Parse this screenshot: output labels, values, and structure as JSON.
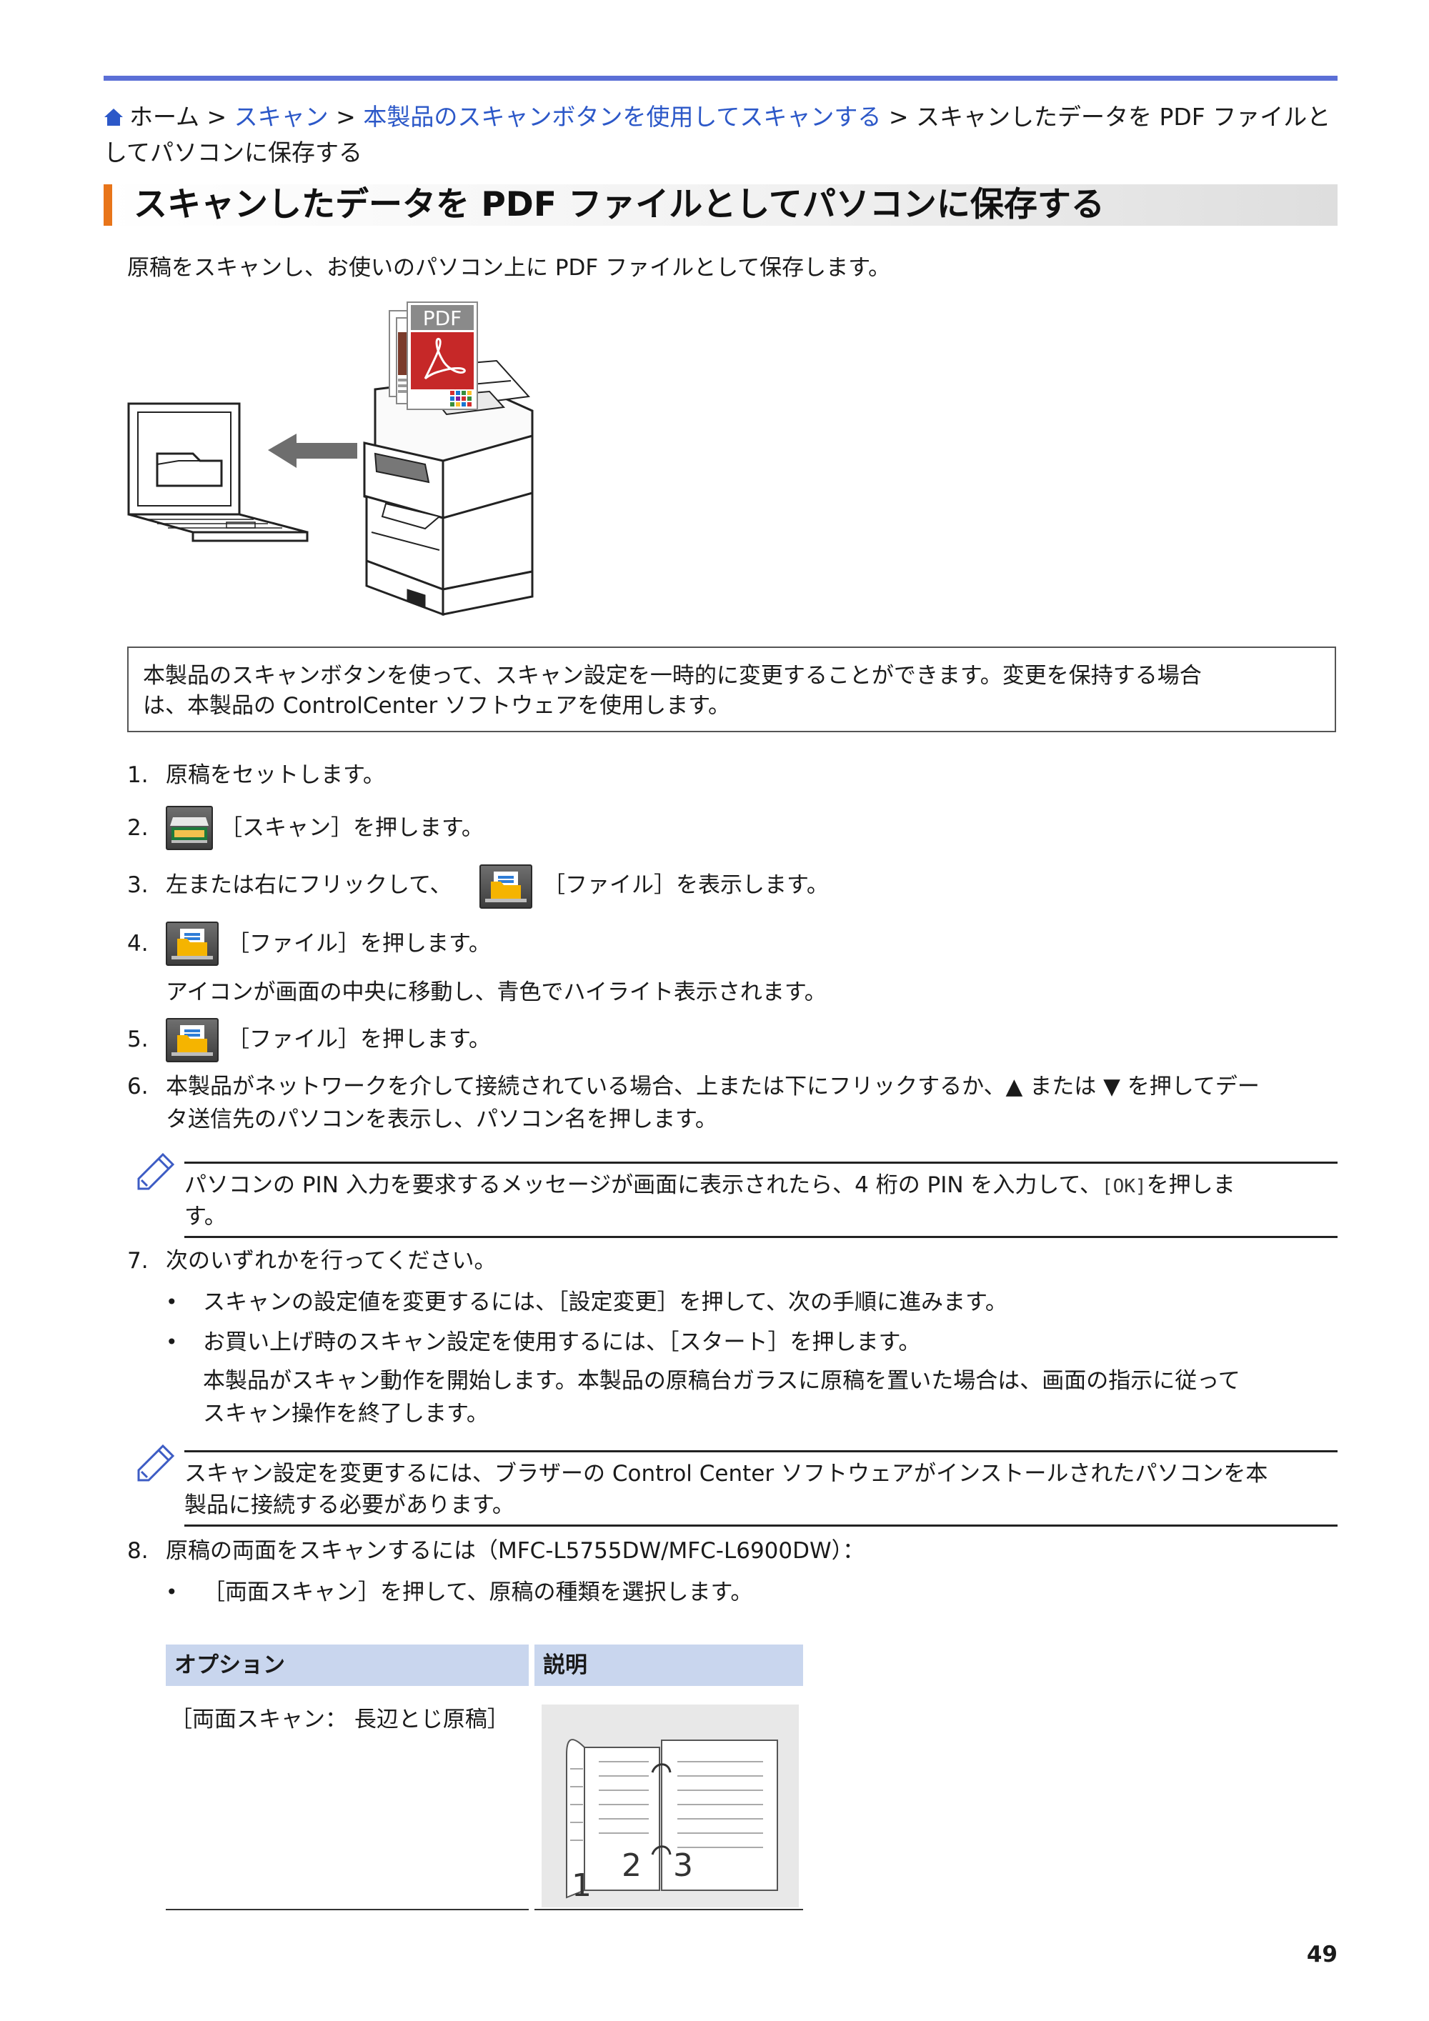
{
  "breadcrumb": {
    "home": "ホーム",
    "sep": ">",
    "link1": "スキャン",
    "link2": "本製品のスキャンボタンを使用してスキャンする",
    "current": "スキャンしたデータを PDF ファイルとしてパソコンに保存する"
  },
  "title": "スキャンしたデータを PDF ファイルとしてパソコンに保存する",
  "intro": "原稿をスキャンし、お使いのパソコン上に PDF ファイルとして保存します。",
  "illustration": {
    "pdf_label": "PDF"
  },
  "note": {
    "line1": "本製品のスキャンボタンを使って、スキャン設定を一時的に変更することができます。変更を保持する場合",
    "line2": "は、本製品の ControlCenter ソフトウェアを使用します。"
  },
  "steps": {
    "s1": {
      "num": "1.",
      "text": "原稿をセットします。"
    },
    "s2": {
      "num": "2.",
      "button": "［スキャン］",
      "text": "を押します。"
    },
    "s3": {
      "num": "3.",
      "text": "左または右にフリックして、",
      "button": "［ファイル］",
      "text2": "を表示します。"
    },
    "s4": {
      "num": "4.",
      "button": "［ファイル］",
      "text": "を押します。",
      "sub": "アイコンが画面の中央に移動し、青色でハイライト表示されます。"
    },
    "s5": {
      "num": "5.",
      "button": "［ファイル］",
      "text": "を押します。"
    },
    "s6": {
      "num": "6.",
      "line1": "本製品がネットワークを介して接続されている場合、上または下にフリックするか、▲ または ▼ を押してデー",
      "line2": "タ送信先のパソコンを表示し、パソコン名を押します。"
    },
    "s7": {
      "num": "7.",
      "text": "次のいずれかを行ってください。",
      "b1_pre": "スキャンの設定値を変更するには、",
      "b1_button": "［設定変更］",
      "b1_post": "を押して、次の手順に進みます。",
      "b2_pre": "お買い上げ時のスキャン設定を使用するには、",
      "b2_button": "［スタート］",
      "b2_post": "を押します。",
      "b2_sub1": "本製品がスキャン動作を開始します。本製品の原稿台ガラスに原稿を置いた場合は、画面の指示に従って",
      "b2_sub2": "スキャン操作を終了します。"
    },
    "s8": {
      "num": "8.",
      "text": "原稿の両面をスキャンするには（MFC-L5755DW/MFC-L6900DW）：",
      "b1_button": "［両面スキャン］",
      "b1_post": "を押して、原稿の種類を選択します。"
    }
  },
  "hint1": {
    "pre": "パソコンの PIN 入力を要求するメッセージが画面に表示されたら、4 桁の PIN を入力して、",
    "code": "[OK]",
    "post": "を押しま",
    "line2": "す。"
  },
  "hint2": {
    "line1": "スキャン設定を変更するには、ブラザーの Control Center ソフトウェアがインストールされたパソコンを本",
    "line2": "製品に接続する必要があります。"
  },
  "table": {
    "headers": [
      "オプション",
      "説明"
    ],
    "rows": [
      {
        "option": "［両面スキャン： 長辺とじ原稿］",
        "page_numbers": [
          "1",
          "2",
          "3"
        ]
      }
    ]
  },
  "bullet": "•",
  "page_number": "49",
  "colors": {
    "accent": "#e8751a",
    "topbar": "#5b6fd6",
    "link": "#2c58c8",
    "table_header": "#c9d6ee",
    "pdf_red": "#c62828"
  }
}
